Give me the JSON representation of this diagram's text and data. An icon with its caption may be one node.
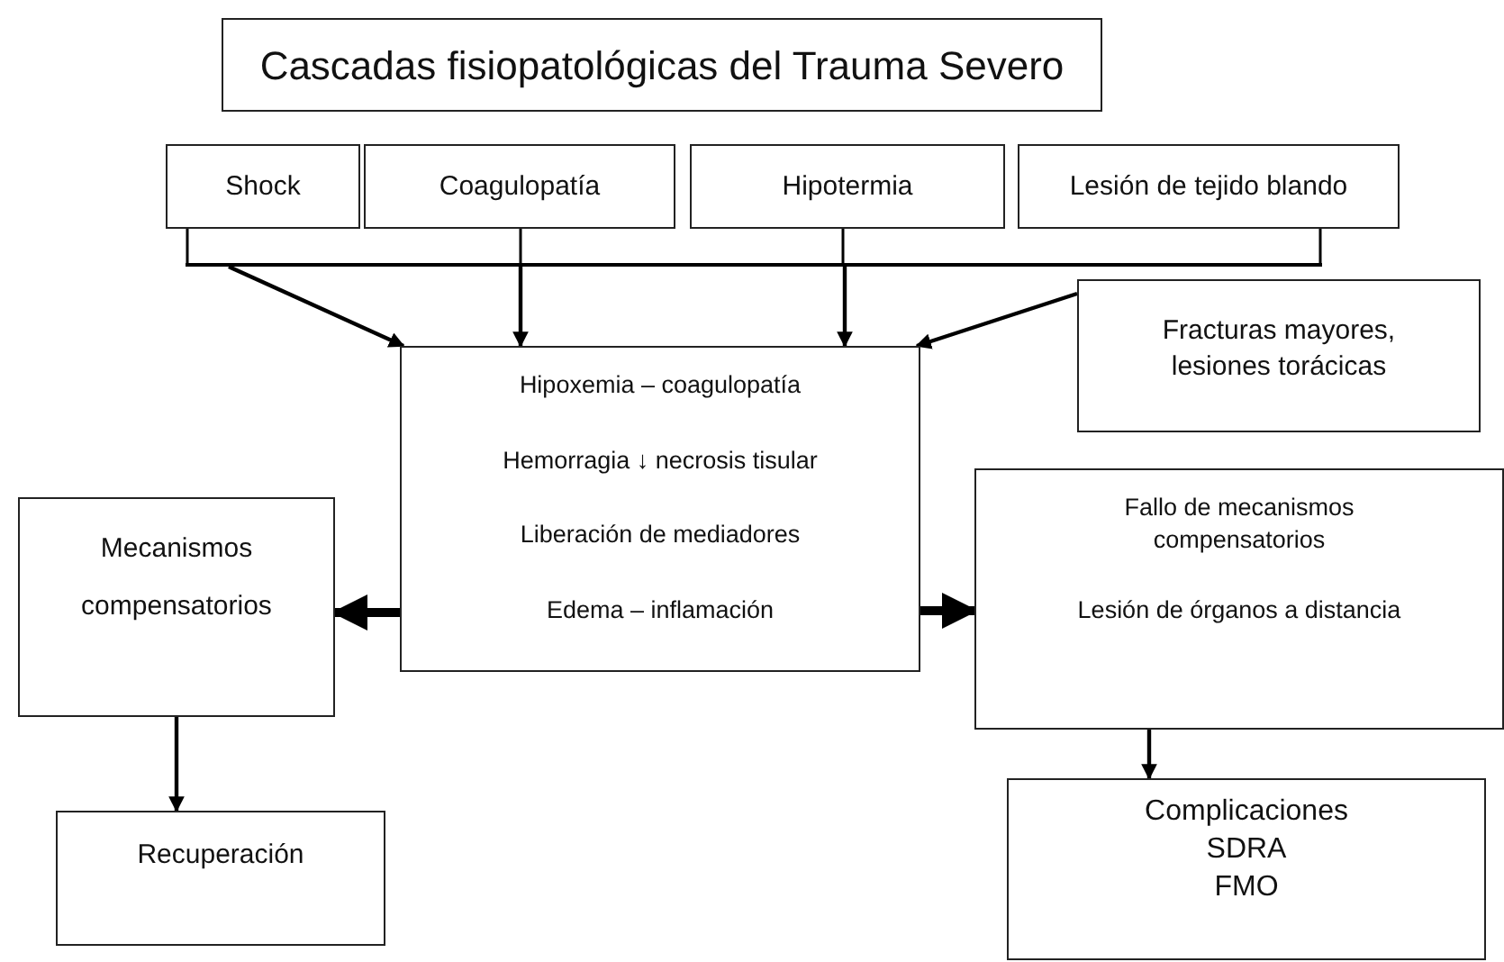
{
  "diagram": {
    "nodes": [
      {
        "text": [
          "Cascadas fisiopatológicas del Trauma Severo"
        ]
      },
      {
        "text": [
          "Shock"
        ]
      },
      {
        "text": [
          "Coagulopatía"
        ]
      },
      {
        "text": [
          "Hipotermia"
        ]
      },
      {
        "text": [
          "Lesión de tejido blando"
        ]
      },
      {
        "text": [
          "Fracturas mayores, lesiones torácicas"
        ]
      },
      {
        "text": [
          "Hipoxemia – coagulopatía",
          "Hemorragia ↓ necrosis tisular",
          "Liberación de mediadores",
          "Edema – inflamación"
        ]
      },
      {
        "text": [
          "Mecanismos compensatorios"
        ]
      },
      {
        "text": [
          "Fallo de mecanismos compensatorios",
          "Lesión de órganos a distancia"
        ]
      },
      {
        "text": [
          "Recuperación"
        ]
      },
      {
        "text": [
          "Complicaciones",
          "SDRA",
          "FMO"
        ]
      },
      {
        "text": [],
        "shape": "bar"
      }
    ],
    "edges": [
      {
        "from": 11,
        "to": 6,
        "arrow": "to"
      },
      {
        "from": 11,
        "to": 6,
        "arrow": "to"
      },
      {
        "from": 11,
        "to": 6,
        "arrow": "to"
      },
      {
        "from": 5,
        "to": 6,
        "arrow": "to"
      },
      {
        "from": 6,
        "to": 7,
        "arrow": "to",
        "style": "thick"
      },
      {
        "from": 6,
        "to": 8,
        "arrow": "to",
        "style": "thick"
      },
      {
        "from": 7,
        "to": 9,
        "arrow": "to"
      },
      {
        "from": 8,
        "to": 10,
        "arrow": "to"
      },
      {
        "from": 1,
        "to": 11,
        "arrow": "none"
      },
      {
        "from": 2,
        "to": 11,
        "arrow": "none"
      },
      {
        "from": 3,
        "to": 11,
        "arrow": "none"
      },
      {
        "from": 4,
        "to": 11,
        "arrow": "none"
      }
    ]
  }
}
